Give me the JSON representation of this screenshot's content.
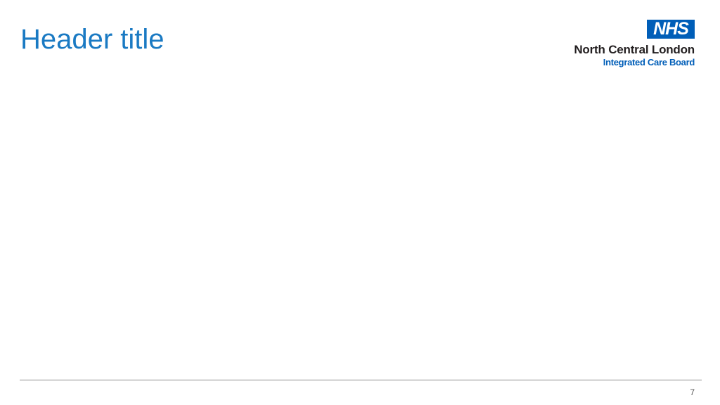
{
  "header": {
    "title": "Header title"
  },
  "logo": {
    "nhs_text": "NHS",
    "organisation": "North Central London",
    "subtitle": "Integrated Care Board"
  },
  "footer": {
    "page_number": "7"
  },
  "colors": {
    "title": "#1a7ac3",
    "nhs_blue": "#005eb8",
    "organisation_text": "#231f20",
    "rule": "#8c8c8c"
  }
}
